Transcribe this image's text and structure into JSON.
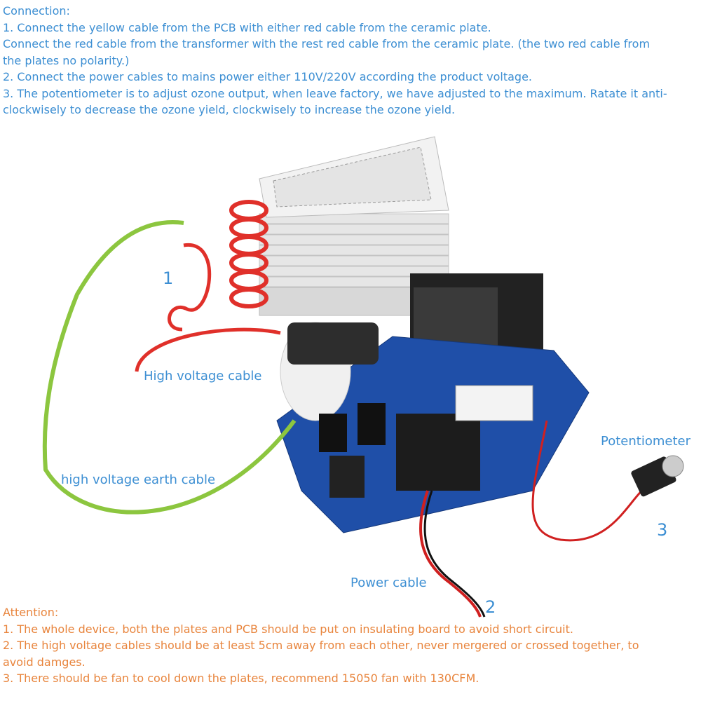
{
  "connection": {
    "heading": "Connection:",
    "lines": [
      "1. Connect the yellow cable from the PCB with either red cable from the ceramic plate.",
      "Connect the red cable from the transformer with the rest red cable from the ceramic plate. (the two red cable from",
      "the plates no polarity.)",
      "2. Connect the power cables to mains power either 110V/220V according the product voltage.",
      "3. The potentiometer is to adjust ozone output, when leave factory, we have adjusted to the maximum. Ratate it anti-",
      "clockwisely to decrease the ozone yield, clockwisely to increase the ozone yield."
    ]
  },
  "labels": {
    "num1": "1",
    "high_voltage_cable": "High voltage cable",
    "earth_cable": "high voltage earth cable",
    "potentiometer": "Potentiometer",
    "num3": "3",
    "power_cable": "Power cable",
    "num2": "2"
  },
  "attention": {
    "heading": "Attention:",
    "lines": [
      "1. The whole device, both the plates and PCB should be put on insulating board to avoid short circuit.",
      "2. The high voltage cables should be at least 5cm away from each other, never mergered or crossed together, to",
      "avoid damges.",
      "3. There should be fan to cool down the plates, recommend 15050 fan with 130CFM."
    ]
  },
  "colors": {
    "text_blue": "#3d8fd3",
    "text_orange": "#e8843c",
    "pcb": "#1f4fa8",
    "cable_red": "#e0302a",
    "cable_green": "#8cc63f"
  }
}
